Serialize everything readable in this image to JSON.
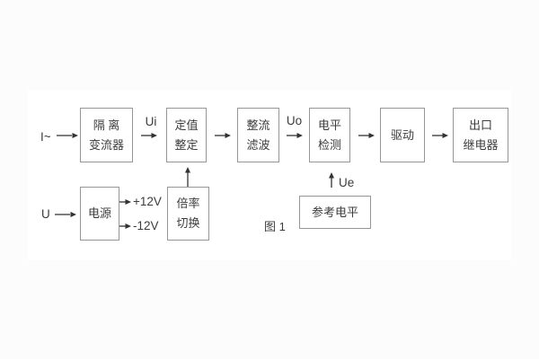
{
  "figure": {
    "caption": "图 1",
    "inputs": {
      "current": "I~",
      "voltage": "U"
    },
    "signals": {
      "ui": "Ui",
      "uo": "Uo",
      "ue": "Ue",
      "plus12v": "+12V",
      "minus12v": "-12V"
    },
    "blocks": {
      "isolation_transformer": {
        "line1": "隔 离",
        "line2": "变流器"
      },
      "setpoint_adjust": {
        "line1": "定值",
        "line2": "整定"
      },
      "rectifier_filter": {
        "line1": "整流",
        "line2": "滤波"
      },
      "level_detector": {
        "line1": "电平",
        "line2": "检测"
      },
      "driver": {
        "line1": "驱动"
      },
      "output_relay": {
        "line1": "出口",
        "line2": "继电器"
      },
      "power_supply": {
        "line1": "电源"
      },
      "ratio_switch": {
        "line1": "倍率",
        "line2": "切换"
      },
      "reference_level": {
        "line1": "参考电平"
      }
    },
    "colors": {
      "text": "#3c3c3c",
      "border": "#969696",
      "arrow": "#323232",
      "background": "#fcfcfc",
      "panel": "#ffffff"
    }
  }
}
